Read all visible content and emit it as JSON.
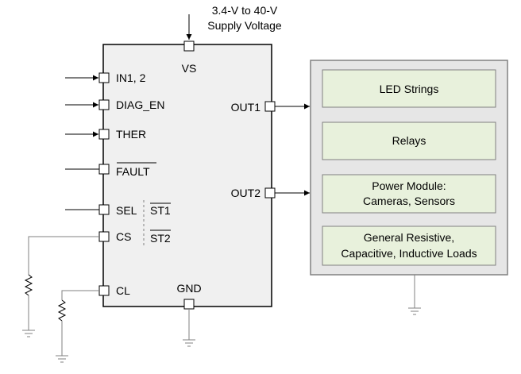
{
  "supply": {
    "line1": "3.4-V to 40-V",
    "line2": "Supply Voltage"
  },
  "ic": {
    "vs_label": "VS",
    "gnd_label": "GND",
    "pins_left": [
      {
        "label": "IN1, 2"
      },
      {
        "label": "DIAG_EN"
      },
      {
        "label": "THER"
      },
      {
        "label": "FAULT"
      },
      {
        "label": "SEL"
      },
      {
        "label": "CS"
      },
      {
        "label": "CL"
      }
    ],
    "st_labels": [
      "ST1",
      "ST2"
    ],
    "outputs": [
      "OUT1",
      "OUT2"
    ]
  },
  "loads": [
    {
      "lines": [
        "LED Strings"
      ]
    },
    {
      "lines": [
        "Relays"
      ]
    },
    {
      "lines": [
        "Power Module:",
        "Cameras, Sensors"
      ]
    },
    {
      "lines": [
        "General Resistive,",
        "Capacitive, Inductive Loads"
      ]
    }
  ],
  "colors": {
    "ic_fill": "#f0f0f0",
    "load_panel_fill": "#e6e6e6",
    "load_box_fill": "#e8f1dc",
    "line": "#000000",
    "gray_line": "#808080"
  }
}
